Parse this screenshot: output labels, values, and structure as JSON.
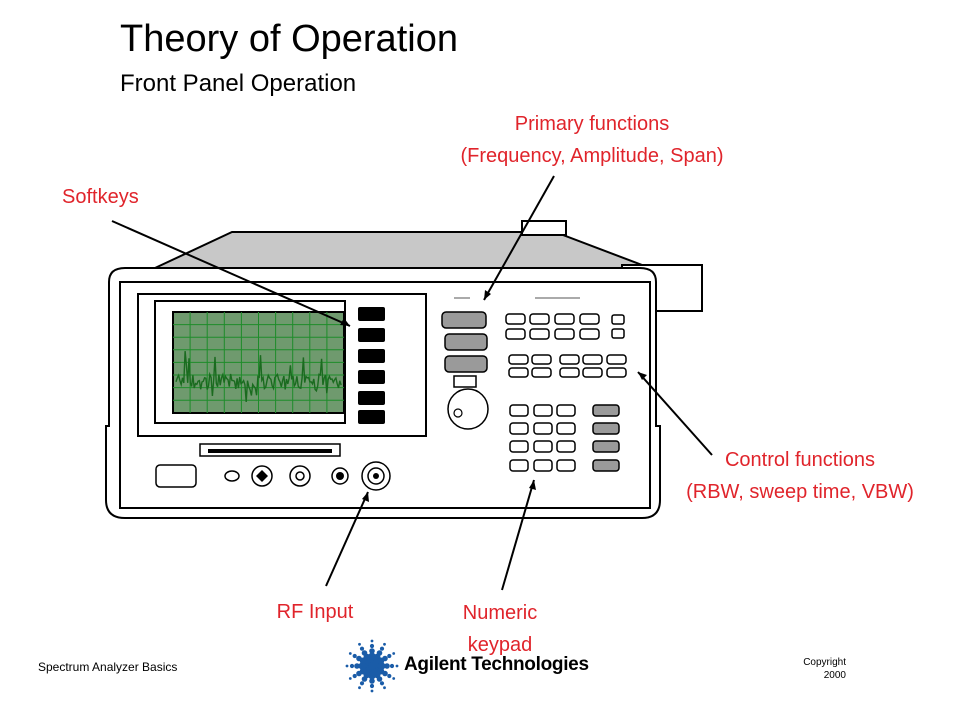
{
  "slide": {
    "title": "Theory of Operation",
    "subtitle": "Front Panel Operation"
  },
  "callouts": {
    "primary_line1": "Primary functions",
    "primary_line2": "(Frequency, Amplitude, Span)",
    "softkeys": "Softkeys",
    "control_line1": "Control functions",
    "control_line2": "(RBW, sweep time, VBW)",
    "rf_input": "RF Input",
    "numeric_line1": "Numeric",
    "numeric_line2": "keypad"
  },
  "footer": {
    "left": "Spectrum Analyzer Basics",
    "copyright_line1": "Copyright",
    "copyright_line2": "2000",
    "logo_text": "Agilent Technologies"
  },
  "colors": {
    "callout": "#e0242b",
    "screen": "#6f9a6e",
    "grid": "#1e8c2a",
    "trace": "#1a6b1f"
  },
  "icons": [
    "agilent-spark-logo-icon"
  ]
}
